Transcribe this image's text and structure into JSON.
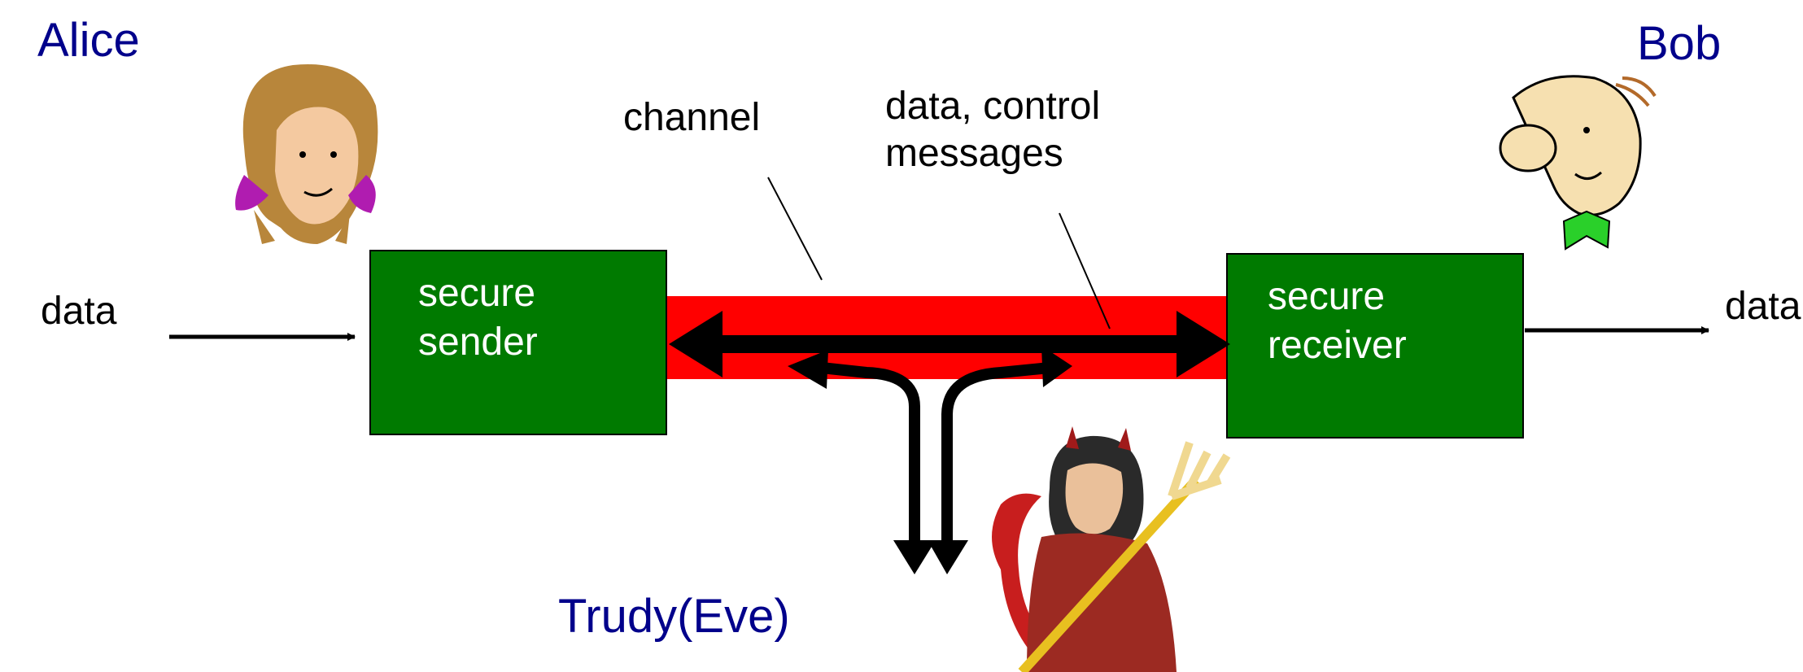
{
  "labels": {
    "alice": "Alice",
    "bob": "Bob",
    "trudy": "Trudy(Eve)",
    "data_in": "data",
    "data_out": "data",
    "channel": "channel",
    "messages_line1": "data, control",
    "messages_line2": "messages",
    "sender_line1": "secure",
    "sender_line2": "sender",
    "receiver_line1": "secure",
    "receiver_line2": "receiver"
  },
  "colors": {
    "box_fill": "#007a00",
    "channel_fill": "#ff0000",
    "name_text": "#00008b",
    "arrow": "#000000"
  },
  "icons": [
    "alice-face-icon",
    "bob-face-icon",
    "trudy-devil-icon"
  ]
}
